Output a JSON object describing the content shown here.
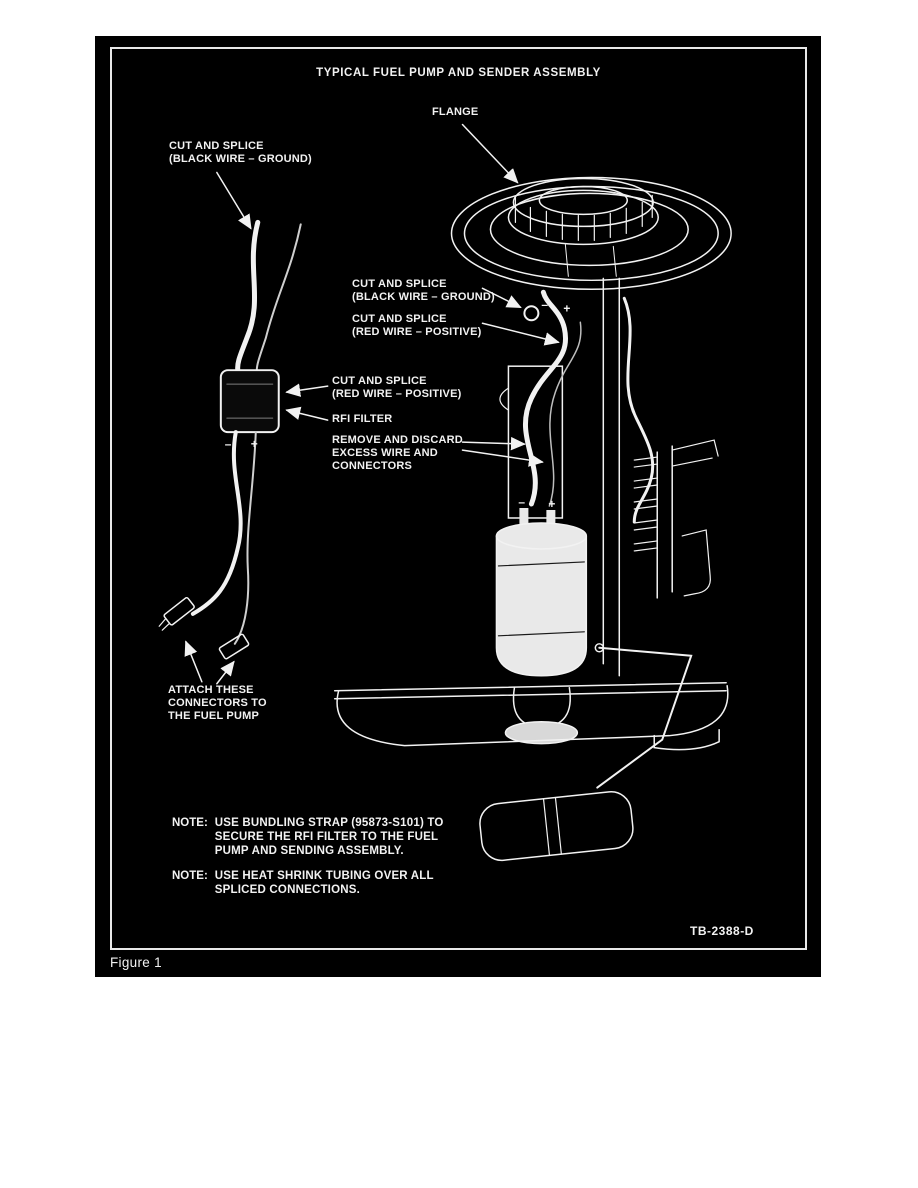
{
  "figure": {
    "title": "TYPICAL FUEL PUMP AND SENDER ASSEMBLY",
    "caption": "Figure 1",
    "drawing_number": "TB-2388-D",
    "colors": {
      "background": "#000000",
      "line": "#f2f2f2"
    },
    "labels": {
      "flange": "FLANGE",
      "cut_splice_black_upper": "CUT AND SPLICE\n(BLACK WIRE –  GROUND)",
      "cut_splice_black_flange": "CUT AND SPLICE\n(BLACK WIRE – GROUND)",
      "cut_splice_red_flange": "CUT AND SPLICE\n(RED WIRE –  POSITIVE)",
      "cut_splice_red_filter": "CUT AND SPLICE\n(RED WIRE –  POSITIVE)",
      "rfi_filter": "RFI FILTER",
      "remove_discard": "REMOVE AND DISCARD\nEXCESS WIRE AND\nCONNECTORS",
      "attach_connectors": "ATTACH THESE\nCONNECTORS TO\nTHE FUEL PUMP"
    },
    "terminals": {
      "filter_minus": "–",
      "filter_plus": "+",
      "flange_minus": "–",
      "flange_plus": "+",
      "pump_minus": "–",
      "pump_plus": "+"
    },
    "notes": [
      {
        "label": "NOTE:",
        "text": "USE BUNDLING STRAP (95873-S101) TO\nSECURE THE RFI FILTER TO THE FUEL\nPUMP AND SENDING ASSEMBLY."
      },
      {
        "label": "NOTE:",
        "text": "USE HEAT SHRINK TUBING OVER ALL\nSPLICED CONNECTIONS."
      }
    ]
  }
}
